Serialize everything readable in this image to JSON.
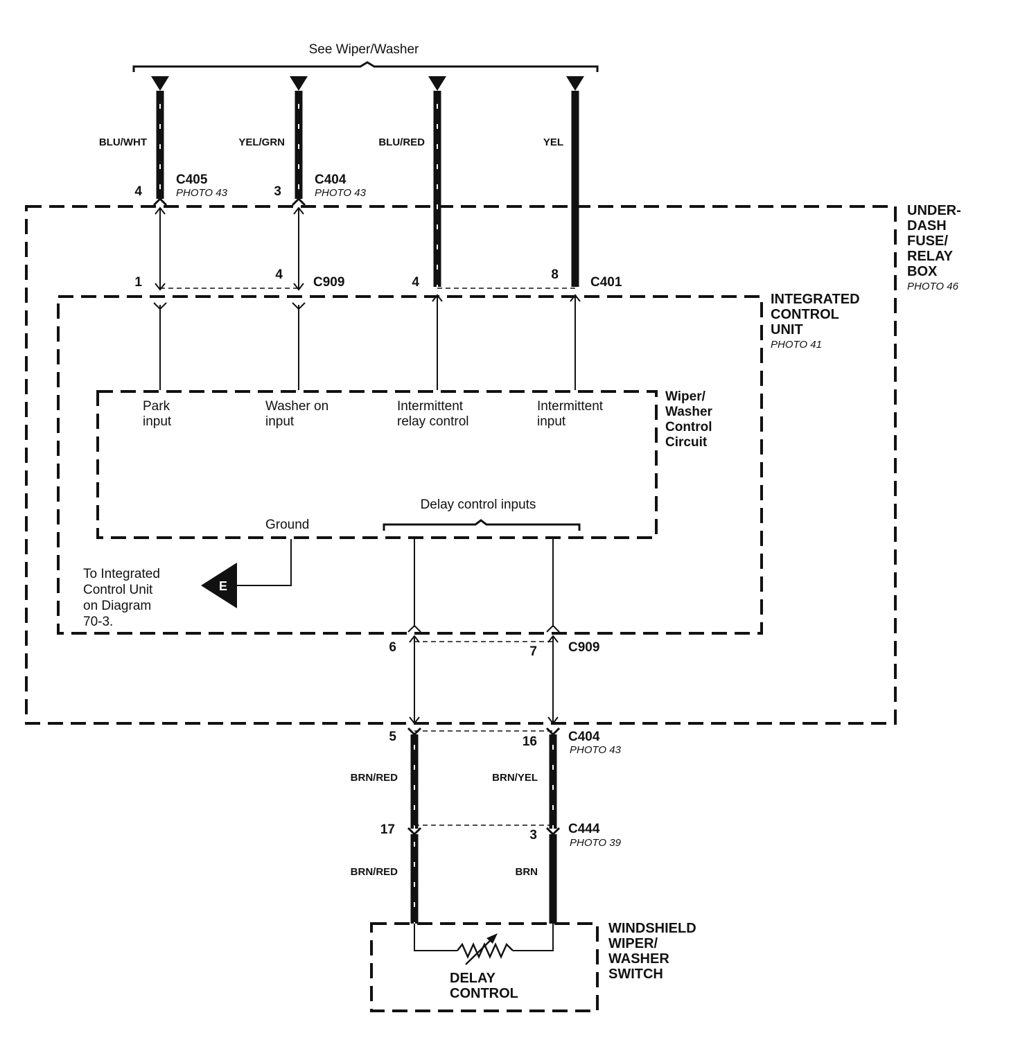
{
  "top_bracket": {
    "label": "See Wiper/Washer"
  },
  "wires_top": [
    {
      "code": "BLU/WHT",
      "connector": "C405",
      "photo": "PHOTO 43",
      "pin": "4",
      "inner_pin": "1",
      "signal": [
        "Park",
        "input"
      ]
    },
    {
      "code": "YEL/GRN",
      "connector": "C404",
      "photo": "PHOTO 43",
      "pin": "3",
      "inner_pin": "4",
      "signal": [
        "Washer on",
        "input"
      ]
    },
    {
      "code": "BLU/RED",
      "inner_pin": "4",
      "signal": [
        "Intermittent",
        "relay control"
      ]
    },
    {
      "code": "YEL",
      "inner_pin": "8",
      "signal": [
        "Intermittent",
        "input"
      ]
    }
  ],
  "connectors": {
    "c909_top": "C909",
    "c401": "C401",
    "c909_bottom": "C909",
    "c404_bottom": "C404",
    "c404_bottom_photo": "PHOTO 43",
    "c444": "C444",
    "c444_photo": "PHOTO 39"
  },
  "boxes": {
    "underdash": {
      "lines": [
        "UNDER-",
        "DASH",
        "FUSE/",
        "RELAY",
        "BOX"
      ],
      "photo": "PHOTO 46"
    },
    "icu": {
      "lines": [
        "INTEGRATED",
        "CONTROL",
        "UNIT"
      ],
      "photo": "PHOTO 41"
    },
    "wiper_circuit": {
      "lines": [
        "Wiper/",
        "Washer",
        "Control",
        "Circuit"
      ]
    },
    "switch": {
      "lines": [
        "WINDSHIELD",
        "WIPER/",
        "WASHER",
        "SWITCH"
      ]
    },
    "delay": {
      "lines": [
        "DELAY",
        "CONTROL"
      ]
    }
  },
  "internal": {
    "delay_inputs": "Delay control inputs",
    "ground": "Ground",
    "ref_text": [
      "To Integrated",
      "Control Unit",
      "on Diagram",
      "70-3."
    ],
    "ref_letter": "E"
  },
  "bottom_pins": {
    "c909_left": "6",
    "c909_right": "7",
    "c404_left": "5",
    "c404_right": "16",
    "c444_left": "17",
    "c444_right": "3"
  },
  "bottom_wires": {
    "upper_left": "BRN/RED",
    "upper_right": "BRN/YEL",
    "lower_left": "BRN/RED",
    "lower_right": "BRN"
  }
}
